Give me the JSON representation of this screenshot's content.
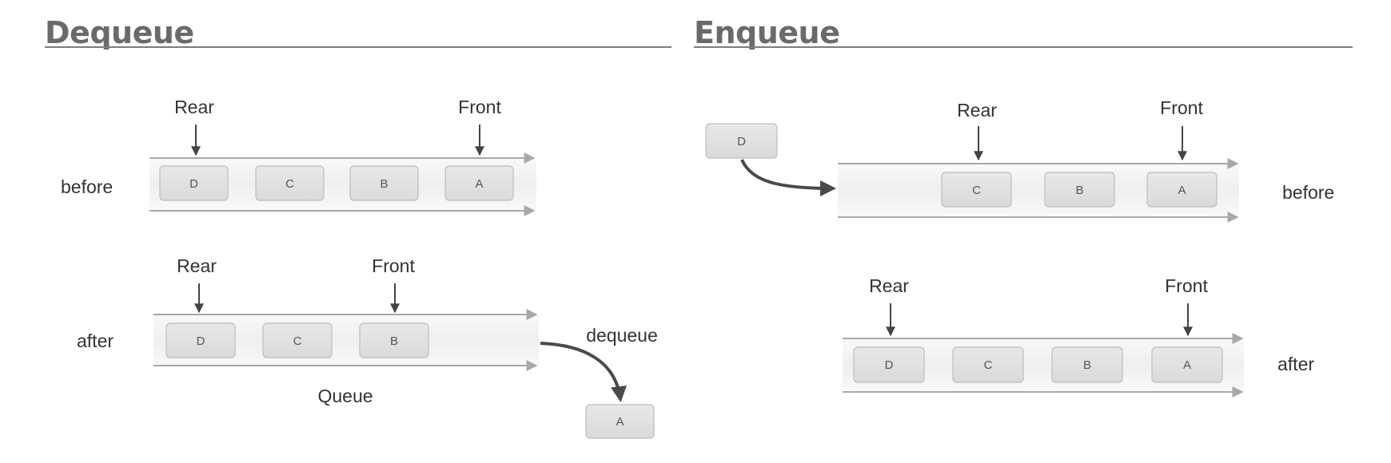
{
  "dequeue": {
    "title": "Dequeue",
    "before": {
      "state_label": "before",
      "rear_label": "Rear",
      "front_label": "Front",
      "items": [
        "D",
        "C",
        "B",
        "A"
      ]
    },
    "after": {
      "state_label": "after",
      "rear_label": "Rear",
      "front_label": "Front",
      "items": [
        "D",
        "C",
        "B"
      ]
    },
    "queue_label": "Queue",
    "action_label": "dequeue",
    "removed_item": "A"
  },
  "enqueue": {
    "title": "Enqueue",
    "incoming_item": "D",
    "before": {
      "state_label": "before",
      "rear_label": "Rear",
      "front_label": "Front",
      "items": [
        "C",
        "B",
        "A"
      ]
    },
    "after": {
      "state_label": "after",
      "rear_label": "Rear",
      "front_label": "Front",
      "items": [
        "D",
        "C",
        "B",
        "A"
      ]
    }
  },
  "colors": {
    "title": "#6a6a6a",
    "item_fill": "#e2e2e2",
    "item_stroke": "#bdbdbd",
    "rail": "#a8a8a8",
    "arrow": "#4a4a4a"
  }
}
